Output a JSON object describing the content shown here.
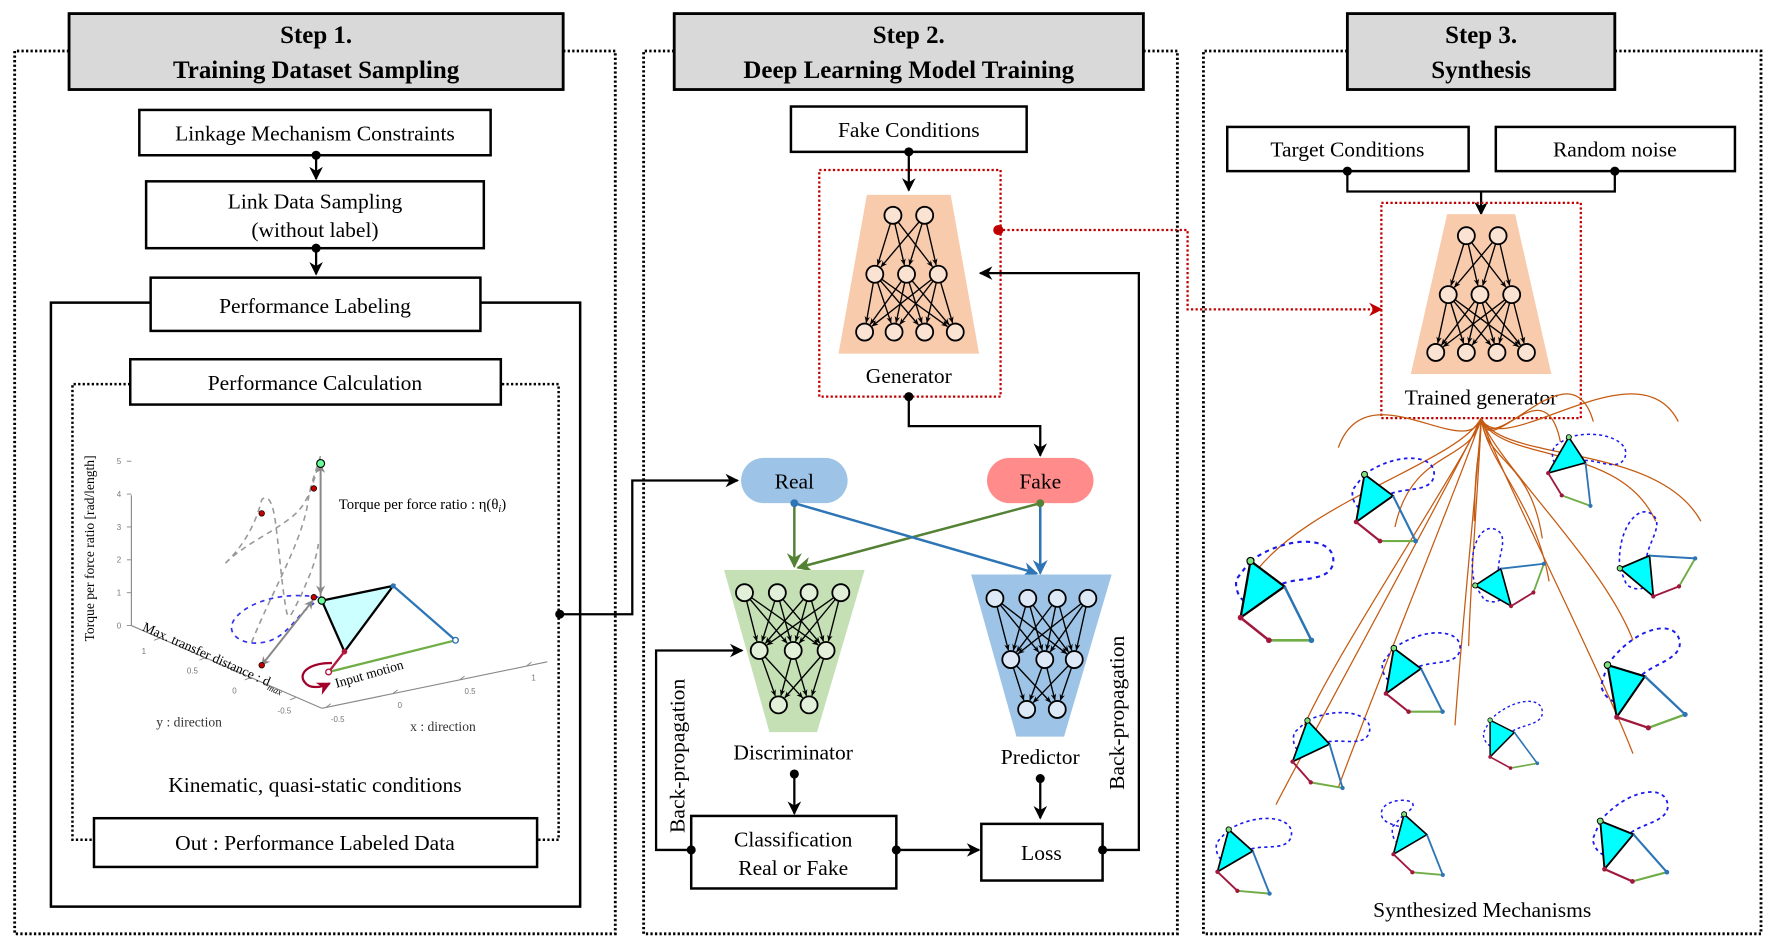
{
  "steps": [
    {
      "number": "Step 1.",
      "title": "Training Dataset Sampling"
    },
    {
      "number": "Step 2.",
      "title": "Deep Learning Model Training"
    },
    {
      "number": "Step 3.",
      "title": "Synthesis"
    }
  ],
  "step1": {
    "constraints": "Linkage Mechanism Constraints",
    "sampling_line1": "Link Data Sampling",
    "sampling_line2": "(without label)",
    "labeling": "Performance Labeling",
    "calculation": "Performance Calculation",
    "plot": {
      "z_axis_label": "Torque per force ratio [rad/length]",
      "z_ticks": [
        "0",
        "1",
        "2",
        "3",
        "4",
        "5"
      ],
      "y_ticks": [
        "1",
        "0.5",
        "0",
        "-0.5"
      ],
      "x_ticks": [
        "-0.5",
        "0",
        "0.5",
        "1"
      ],
      "y_axis_label": "y : direction",
      "x_axis_label": "x : direction",
      "torque_annotation": "Torque per force ratio : η(θ",
      "torque_subscript": "i",
      "torque_close": ")",
      "max_transfer_label": "Max. transfer distance : d",
      "max_transfer_subscript": "max",
      "input_motion": "Input motion"
    },
    "conditions": "Kinematic, quasi-static conditions",
    "output": "Out : Performance Labeled Data"
  },
  "step2": {
    "fake_conditions": "Fake Conditions",
    "generator": "Generator",
    "real": "Real",
    "fake": "Fake",
    "discriminator": "Discriminator",
    "predictor": "Predictor",
    "classification_line1": "Classification",
    "classification_line2": "Real or Fake",
    "loss": "Loss",
    "backprop_left": "Back-propagation",
    "backprop_right": "Back-propagation"
  },
  "step3": {
    "target_conditions": "Target Conditions",
    "random_noise": "Random noise",
    "trained_generator": "Trained generator",
    "synthesized": "Synthesized Mechanisms"
  },
  "colors": {
    "header_fill": "#d9d9d9",
    "generator_fill": "#f8cbad",
    "discriminator_fill": "#c5e0b4",
    "predictor_fill": "#9dc3e6",
    "real_pill": "#9dc3e6",
    "fake_pill": "#ff8b8b",
    "green_arrow": "#548235",
    "blue_arrow": "#2e75b6",
    "red_dotted": "#c00000",
    "coupler_fill": "#00ffff",
    "branch": "#c55a11"
  }
}
